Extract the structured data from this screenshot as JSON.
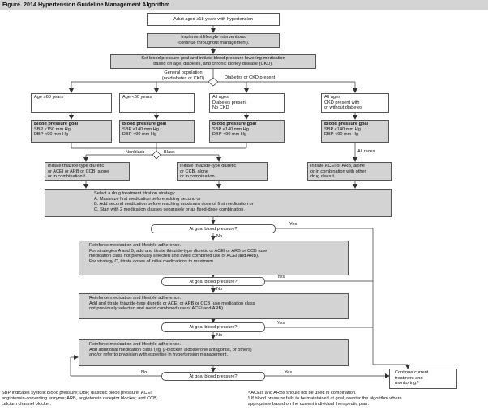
{
  "title": "Figure. 2014 Hypertension Guideline Management Algorithm",
  "nodes": {
    "start": "Adult aged ≥18 years with hypertension",
    "lifestyle": [
      "Implement lifestyle interventions",
      "(continue throughout management)."
    ],
    "set_goal": [
      "Set blood pressure goal and initiate blood pressure lowering-medication",
      "based on age, diabetes, and chronic kidney disease (CKD)."
    ],
    "age60plus": "Age ≥60 years",
    "age_under60": "Age <60 years",
    "all_ages_diabetes": [
      "All ages",
      "Diabetes present",
      "No CKD"
    ],
    "all_ages_ckd": [
      "All ages",
      "CKD present with",
      "or without diabetes"
    ],
    "goal1": {
      "title": "Blood pressure goal",
      "lines": [
        "SBP <150 mm Hg",
        "DBP <90 mm Hg"
      ]
    },
    "goal2": {
      "title": "Blood pressure goal",
      "lines": [
        "SBP <140 mm Hg",
        "DBP <90 mm Hg"
      ]
    },
    "goal3": {
      "title": "Blood pressure goal",
      "lines": [
        "SBP <140 mm Hg",
        "DBP <90 mm Hg"
      ]
    },
    "goal4": {
      "title": "Blood pressure goal",
      "lines": [
        "SBP <140 mm Hg",
        "DBP <90 mm Hg"
      ]
    },
    "init_nonblack": [
      "Initiate thiazide-type diuretic",
      "or ACEI or ARB or CCB, alone",
      "or in combination.ᵃ"
    ],
    "init_black": [
      "Initiate thiazide-type diuretic",
      "or CCB, alone",
      "or in combination."
    ],
    "init_ckd": [
      "Initiate ACEI or ARB, alone",
      "or in combination with other",
      "drug class.ᵃ"
    ],
    "titration": [
      "Select a drug treatment titration strategy",
      "A. Maximize first medication before adding second or",
      "B. Add second medication before reaching maximum dose of first medication or",
      "C. Start with 2 medication classes separately or as fixed-dose combination."
    ],
    "goal_q": "At goal blood pressure?",
    "reinforce1": [
      "Reinforce medication and lifestyle adherence.",
      "For strategies A and B, add and titrate thiazide-type diuretic or ACEI or ARB or CCB (use",
      "medication class not previously selected and avoid combined use of ACEI and ARB).",
      "For strategy C, titrate doses of initial medications to maximum."
    ],
    "reinforce2": [
      "Reinforce medication and lifestyle adherence.",
      "Add and titrate thiazide-type diuretic or ACEI or ARB or CCB (use medication class",
      "not previously selected and avoid combined use of ACEI and ARB)."
    ],
    "reinforce3": [
      "Reinforce medication and lifestyle adherence.",
      "Add additional medication class (eg, β-blocker, aldosterone antagonist, or others)",
      "and/or refer to physician with expertise in hypertension management."
    ],
    "continue": [
      "Continue current",
      "treatment and",
      "monitoring.ᵇ"
    ]
  },
  "labels": {
    "general_population": [
      "General population",
      "(no diabetes or CKD)"
    ],
    "diabetes_or_ckd": "Diabetes or CKD present",
    "nonblack": "Nonblack",
    "black": "Black",
    "all_races": "All races",
    "yes": "Yes",
    "no": "No"
  },
  "footnotes": {
    "abbreviations": [
      "SBP indicates systolic blood pressure; DBP, diastolic blood pressure; ACEI,",
      "angiotensin-converting enzyme; ARB, angiotensin receptor blocker; and CCB,",
      "calcium channel blocker."
    ],
    "a": "ᵃ ACEIs and ARBs should not be used in combination.",
    "b": [
      "ᵇ If blood pressure fails to be maintained at goal, reenter the algorithm where",
      "appropriate based on the current individual therapeutic plan."
    ]
  }
}
